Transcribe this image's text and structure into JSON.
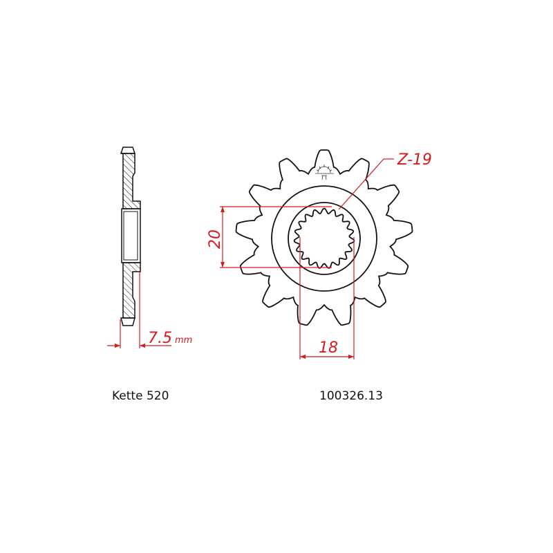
{
  "diagram": {
    "title": "Sprocket technical drawing",
    "chain_label": "Kette 520",
    "part_number": "100326.13",
    "outer_teeth": 13,
    "spline_count": 19,
    "dimensions": {
      "thickness_value": "7.5",
      "thickness_unit": "mm",
      "spline_label": "Z-19",
      "bore_height": "20",
      "bore_width": "18"
    },
    "colors": {
      "outline": "#111111",
      "dimension": "#d7191c"
    }
  }
}
